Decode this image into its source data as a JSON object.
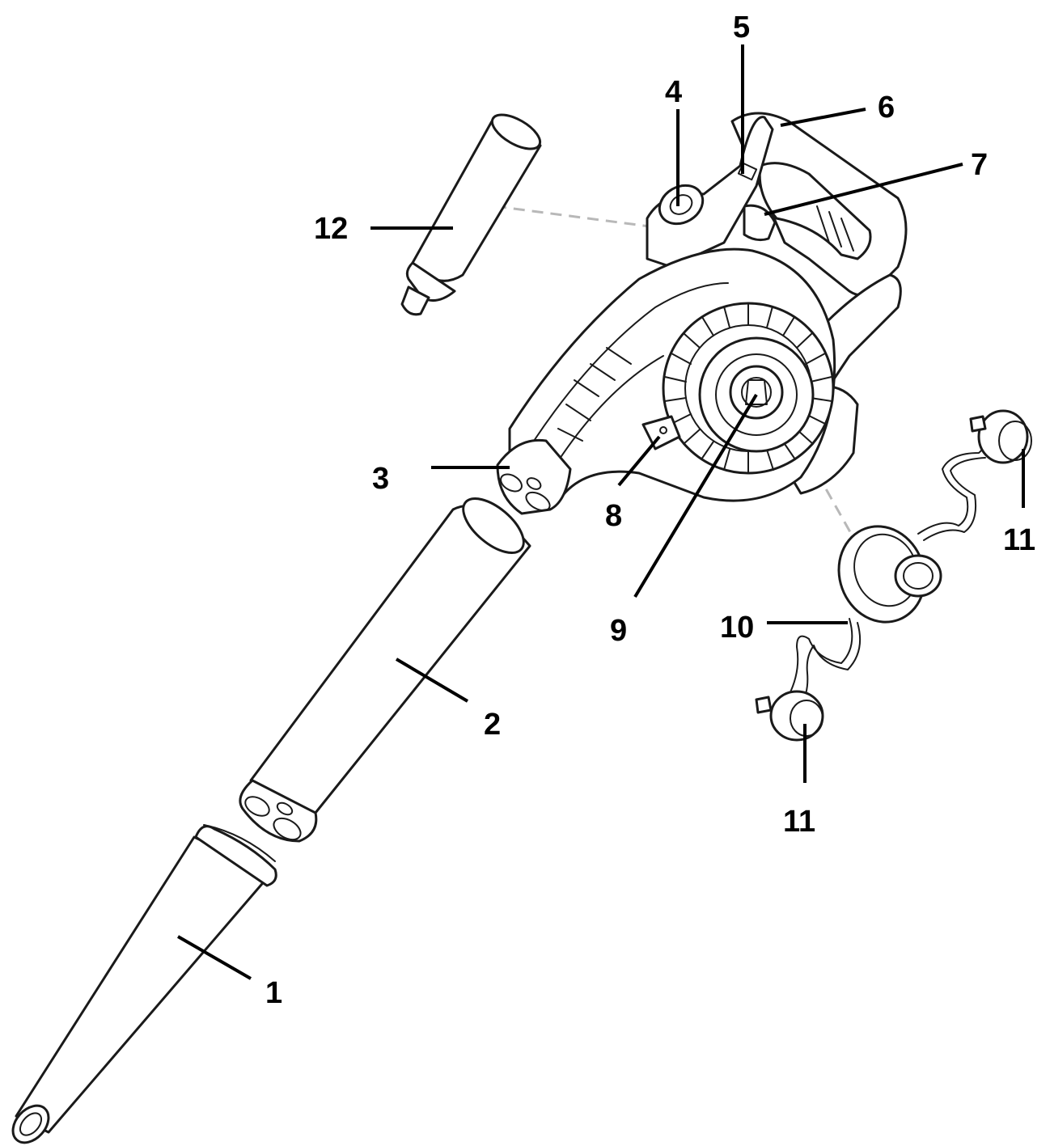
{
  "callouts": {
    "c1": "1",
    "c2": "2",
    "c3": "3",
    "c4": "4",
    "c5": "5",
    "c6": "6",
    "c7": "7",
    "c8": "8",
    "c9": "9",
    "c10": "10",
    "c11a": "11",
    "c11b": "11",
    "c12": "12"
  },
  "colors": {
    "line": "#1a1a1a",
    "dash": "#b8b8b8",
    "background": "#ffffff"
  }
}
